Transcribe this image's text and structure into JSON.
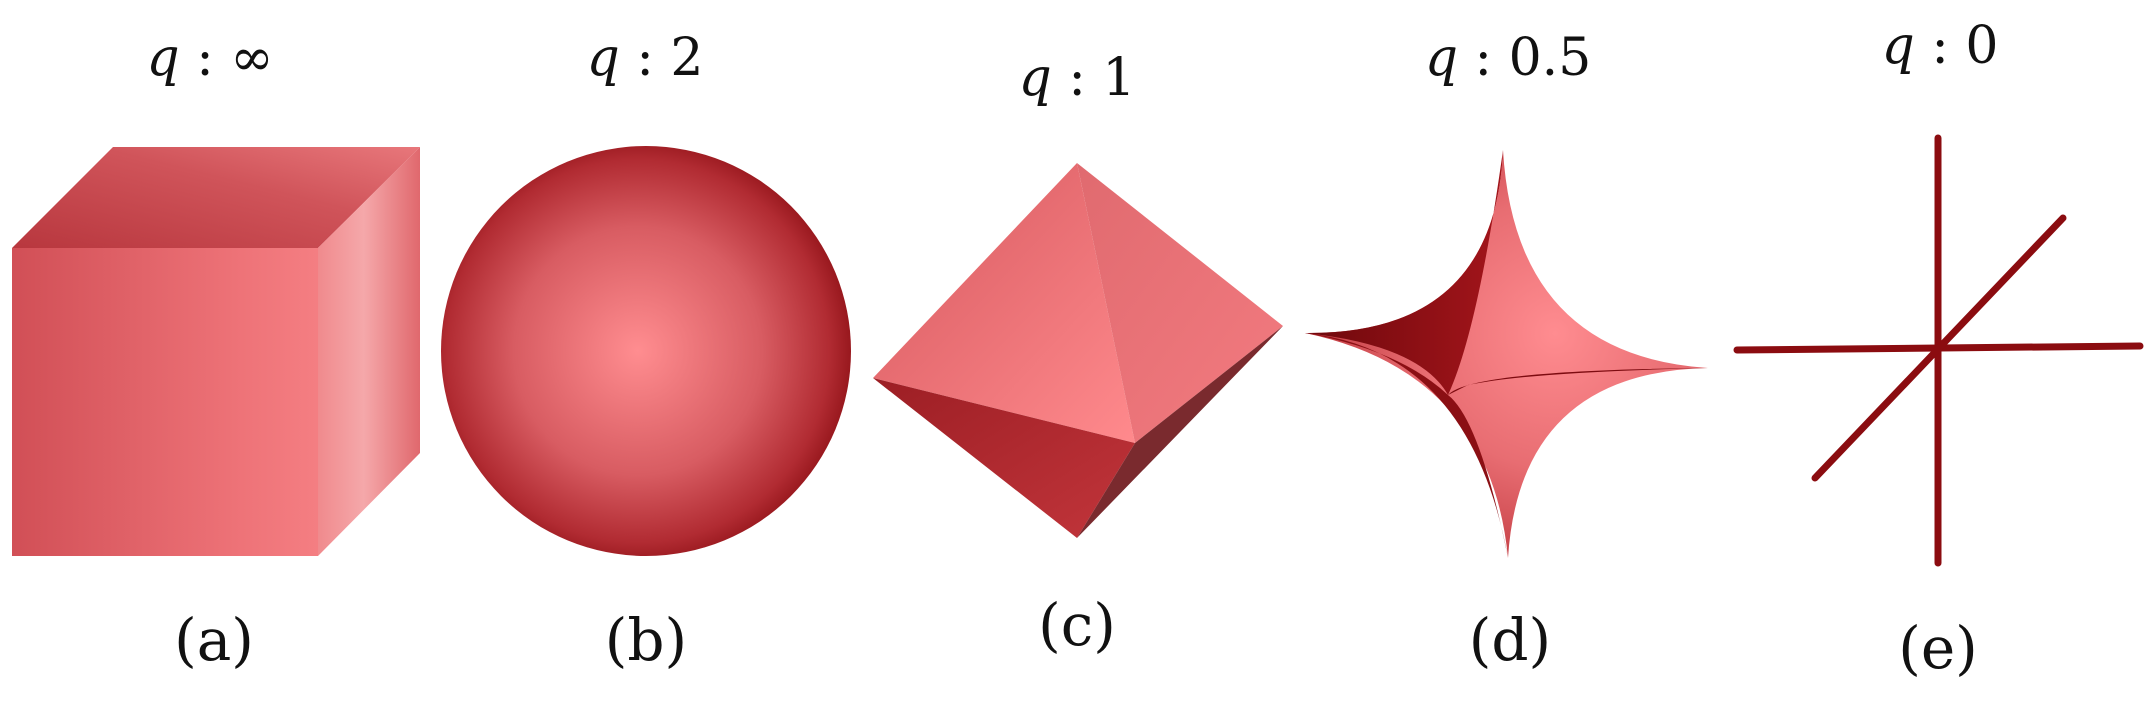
{
  "figure": {
    "panels": [
      {
        "id": "a",
        "variable": "q",
        "separator": " : ",
        "value": "∞",
        "caption": "(a)",
        "shape": "cube"
      },
      {
        "id": "b",
        "variable": "q",
        "separator": " : ",
        "value": "2",
        "caption": "(b)",
        "shape": "sphere"
      },
      {
        "id": "c",
        "variable": "q",
        "separator": " : ",
        "value": "1",
        "caption": "(c)",
        "shape": "octahedron"
      },
      {
        "id": "d",
        "variable": "q",
        "separator": " : ",
        "value": "0.5",
        "caption": "(d)",
        "shape": "astroid"
      },
      {
        "id": "e",
        "variable": "q",
        "separator": " : ",
        "value": "0",
        "caption": "(e)",
        "shape": "axes-cross"
      }
    ],
    "colors": {
      "base": "#e2646a",
      "highlight": "#ff8a8e",
      "shadow": "#9e1418",
      "dark": "#7a1014",
      "line": "#8b0c10"
    }
  }
}
